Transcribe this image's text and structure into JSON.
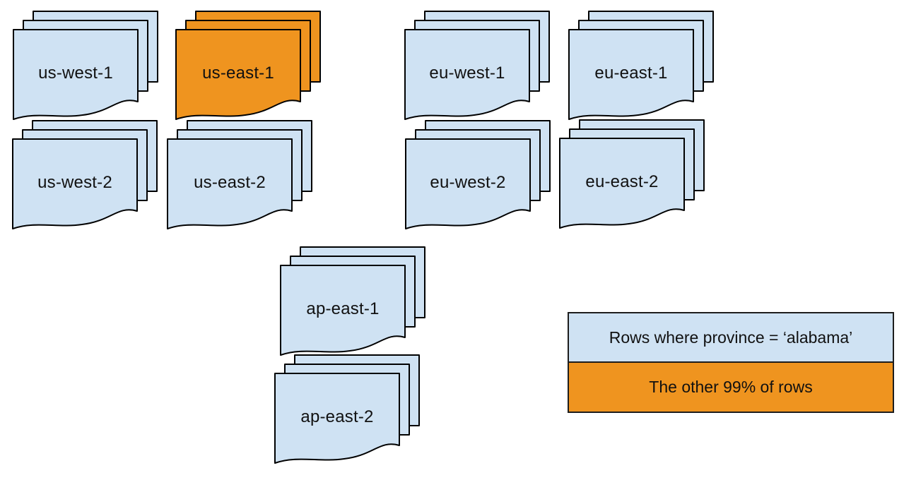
{
  "colors": {
    "background": "#ffffff",
    "stack_blue": "#cfe2f3",
    "stack_orange": "#ef941f",
    "stroke": "#000000",
    "text": "#111111",
    "legend_border": "#1d1d1d"
  },
  "stacks": [
    {
      "label": "us-west-1",
      "highlighted": false
    },
    {
      "label": "us-east-1",
      "highlighted": true
    },
    {
      "label": "eu-west-1",
      "highlighted": false
    },
    {
      "label": "eu-east-1",
      "highlighted": false
    },
    {
      "label": "us-west-2",
      "highlighted": false
    },
    {
      "label": "us-east-2",
      "highlighted": false
    },
    {
      "label": "eu-west-2",
      "highlighted": false
    },
    {
      "label": "eu-east-2",
      "highlighted": false
    },
    {
      "label": "ap-east-1",
      "highlighted": false
    },
    {
      "label": "ap-east-2",
      "highlighted": false
    }
  ],
  "legend": {
    "items": [
      {
        "label": "Rows where province = ‘alabama’",
        "color": "#cfe2f3"
      },
      {
        "label": "The other 99% of rows",
        "color": "#ef941f"
      }
    ]
  }
}
